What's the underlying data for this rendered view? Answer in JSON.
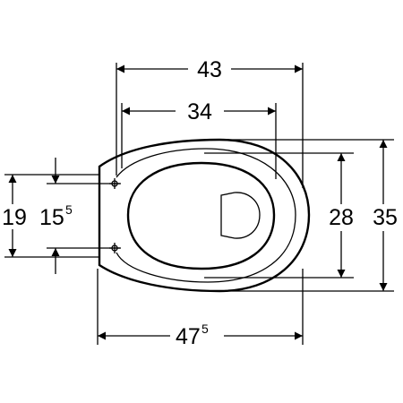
{
  "dimensions": {
    "top_width": "43",
    "inner_width": "34",
    "overall_length_main": "47",
    "overall_length_sup": "5",
    "inner_height": "28",
    "outer_height": "35",
    "fixing_outer": "19",
    "fixing_inner_main": "15",
    "fixing_inner_sup": "5"
  }
}
